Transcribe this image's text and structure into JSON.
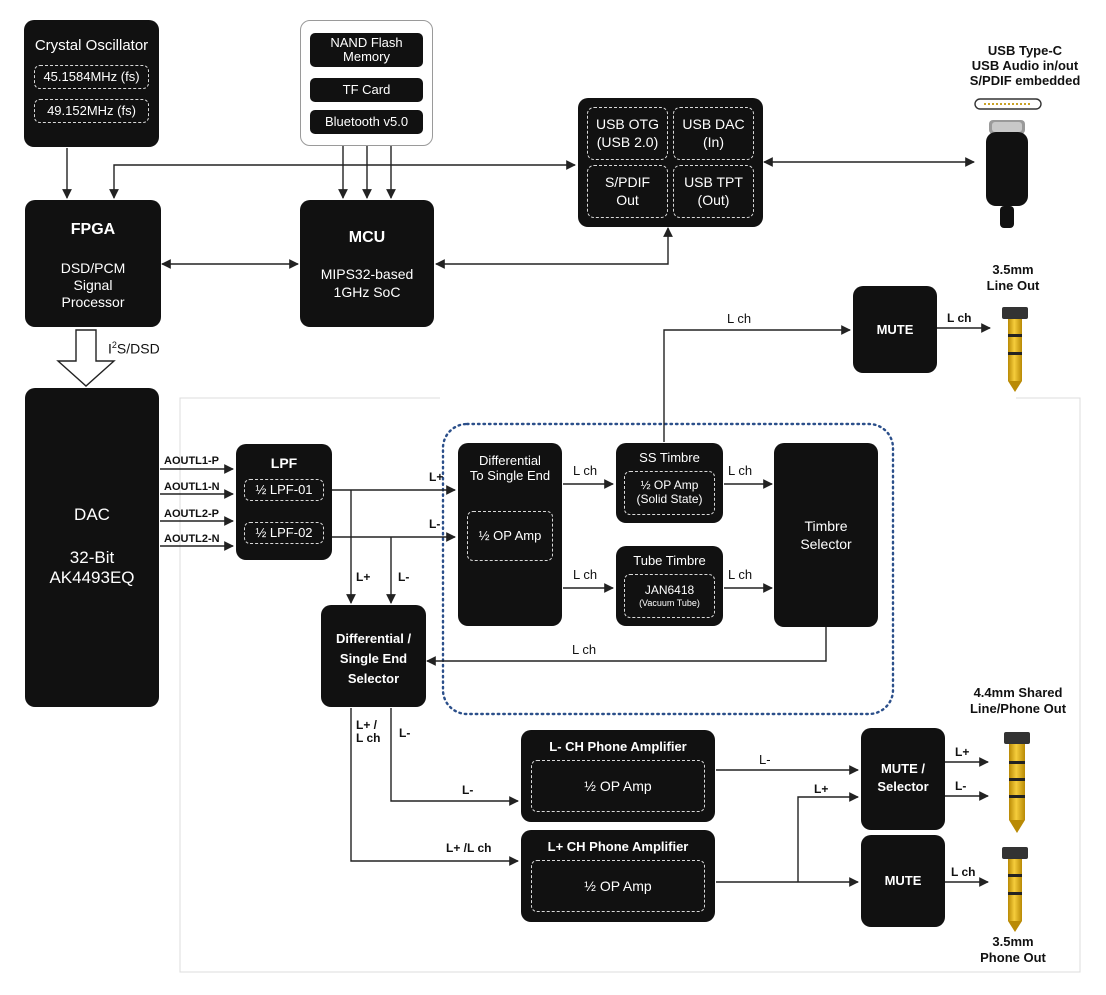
{
  "crystal": {
    "title": "Crystal Oscillator",
    "freq1": "45.1584MHz (fs)",
    "freq2": "49.152MHz (fs)"
  },
  "storage": {
    "nand": [
      "NAND Flash",
      "Memory"
    ],
    "tf": "TF Card",
    "bt": "Bluetooth v5.0"
  },
  "usb_block": {
    "otg": [
      "USB OTG",
      "(USB 2.0)"
    ],
    "dac": [
      "USB DAC",
      "(In)"
    ],
    "spdif": [
      "S/PDIF",
      "Out"
    ],
    "tpt": [
      "USB TPT",
      "(Out)"
    ]
  },
  "usb_c": {
    "line1": "USB Type-C",
    "line2": "USB Audio in/out",
    "line3": "S/PDIF embedded"
  },
  "fpga": {
    "title": "FPGA",
    "l1": "DSD/PCM",
    "l2": "Signal",
    "l3": "Processor"
  },
  "mcu": {
    "title": "MCU",
    "l1": "MIPS32-based",
    "l2": "1GHz SoC"
  },
  "i2s": {
    "sup": "2",
    "pre": "I",
    "post": "S/DSD"
  },
  "dac": {
    "title": "DAC",
    "l1": "32-Bit",
    "l2": "AK4493EQ"
  },
  "aout": [
    "AOUTL1-P",
    "AOUTL1-N",
    "AOUTL2-P",
    "AOUTL2-N"
  ],
  "lpf": {
    "title": "LPF",
    "lpf1": "½ LPF-01",
    "lpf2": "½ LPF-02"
  },
  "diff": {
    "title1": "Differential",
    "title2": "To Single End",
    "opamp": "½ OP Amp"
  },
  "ss": {
    "title": "SS Timbre",
    "l1": "½ OP Amp",
    "l2": "(Solid State)"
  },
  "tube": {
    "title": "Tube Timbre",
    "l1": "JAN6418",
    "l2": "(Vacuum Tube)"
  },
  "timbre_sel": {
    "l1": "Timbre",
    "l2": "Selector"
  },
  "dse": {
    "l1": "Differential /",
    "l2": "Single End",
    "l3": "Selector"
  },
  "lminus_amp": {
    "title": "L- CH Phone Amplifier",
    "opamp": "½ OP Amp"
  },
  "lplus_amp": {
    "title": "L+ CH Phone Amplifier",
    "opamp": "½ OP Amp"
  },
  "mute_top": "MUTE",
  "mute_sel": {
    "l1": "MUTE /",
    "l2": "Selector"
  },
  "mute_bottom": "MUTE",
  "outputs": {
    "line_out": [
      "3.5mm",
      "Line Out"
    ],
    "shared_out": [
      "4.4mm Shared",
      "Line/Phone Out"
    ],
    "phone_out": [
      "3.5mm",
      "Phone Out"
    ]
  },
  "signals": {
    "l_plus": "L+",
    "l_minus": "L-",
    "l_ch": "L ch",
    "l_plus_l_ch_a": "L+ /",
    "l_plus_l_ch_b": "L ch",
    "l_plus_l_ch": "L+ /L ch"
  },
  "colors": {
    "block": "#111111",
    "wire": "#222222",
    "group_border": "#2b4f8a",
    "plug_gold": "#e8b10b"
  }
}
